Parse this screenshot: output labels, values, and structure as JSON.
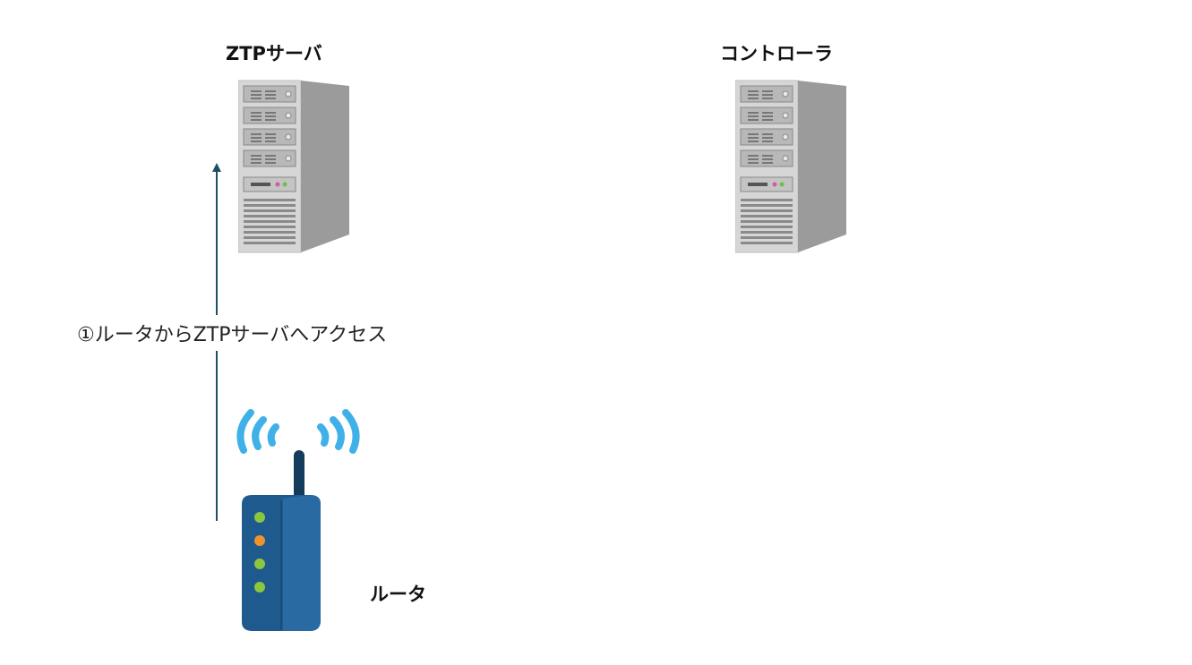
{
  "nodes": {
    "ztp_server": {
      "label": "ZTPサーバ"
    },
    "controller": {
      "label": "コントローラ"
    },
    "router": {
      "label": "ルータ"
    }
  },
  "edges": [
    {
      "from": "router",
      "to": "ztp_server",
      "label": "①ルータからZTPサーバへアクセス"
    }
  ],
  "colors": {
    "arrow": "#1f4e66",
    "server_front": "#cfcfcf",
    "server_side": "#9a9a9a",
    "router_body": "#1e5a8e",
    "signal_waves": "#3fb0e8",
    "led_green": "#8cc63f",
    "led_orange": "#f0922b"
  }
}
